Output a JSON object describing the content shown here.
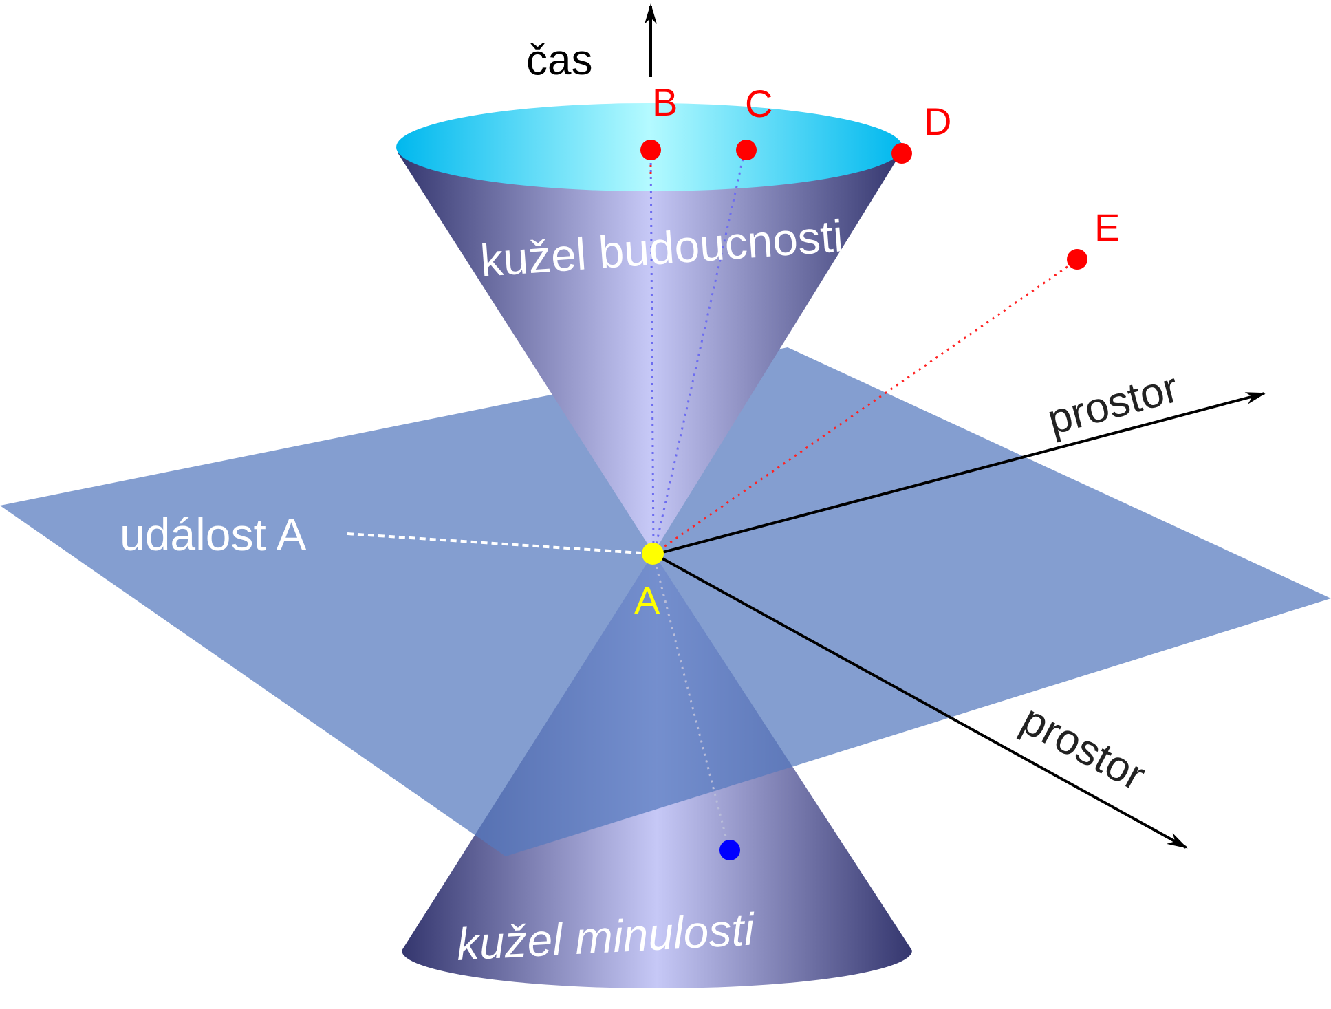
{
  "labels": {
    "time_axis": "čas",
    "space_axis_1": "prostor",
    "space_axis_2": "prostor",
    "event_label": "událost A",
    "future_cone": "kužel budoucnosti",
    "past_cone": "kužel minulosti"
  },
  "points": {
    "A": "A",
    "B": "B",
    "C": "C",
    "D": "D",
    "E": "E"
  },
  "colors": {
    "cone_dark": "#34366e",
    "cone_light": "#c6c8f6",
    "cone_top_cyan": "#00b8ee",
    "cone_top_light": "#9af4ff",
    "plane": "#5478be",
    "event_point": "#ffff00",
    "red_point": "#ff0000",
    "blue_point": "#0000ff",
    "axis": "#000000",
    "future_path": "#6d6df0",
    "red_path": "#ff2222",
    "past_path": "#b8bcd8",
    "label_white": "#ffffff"
  }
}
